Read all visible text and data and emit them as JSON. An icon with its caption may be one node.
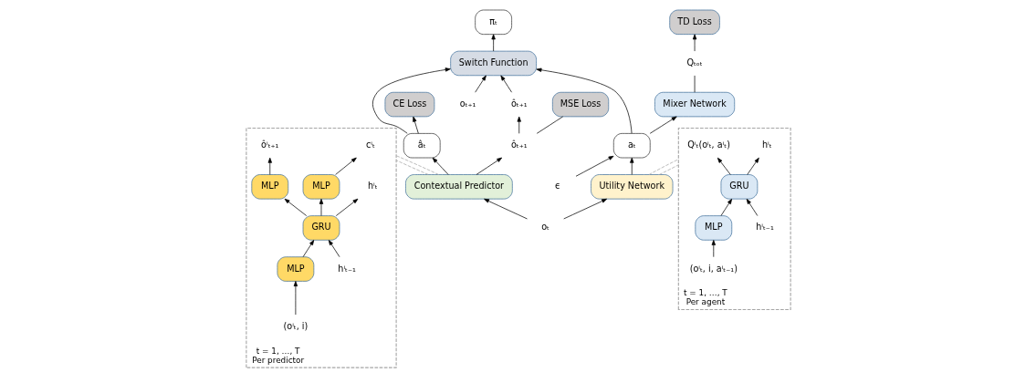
{
  "diagram": {
    "nodes": [
      {
        "text": [
          "TD Loss"
        ]
      },
      {
        "text": [
          "Qₜₒₜ"
        ]
      },
      {
        "text": [
          "Mixer Network"
        ]
      },
      {
        "text": [
          "πₜ"
        ]
      },
      {
        "text": [
          "CE Loss"
        ]
      },
      {
        "text": [
          "MSE Loss"
        ]
      },
      {
        "text": [
          "ϵ"
        ]
      },
      {
        "text": [
          "aₜ"
        ]
      },
      {
        "text": [
          "Switch Function"
        ]
      },
      {
        "text": [
          "âₜ"
        ]
      },
      {
        "text": [
          "ôₜ₊₁"
        ]
      },
      {
        "text": [
          "oₜ₊₁"
        ]
      },
      {
        "text": [
          "ôₜ₊₁"
        ]
      },
      {
        "text": [
          "Utility Network"
        ]
      },
      {
        "text": [
          "Contextual Predictor"
        ]
      },
      {
        "text": [
          "oₜ"
        ]
      },
      {
        "text": [
          "t = 1, …, T",
          "Per agent"
        ]
      },
      {
        "text": [
          "Qⁱₜ(oⁱₜ, aⁱₜ)"
        ],
        "in": 16
      },
      {
        "text": [
          "hⁱₜ₋₁"
        ],
        "in": 16
      },
      {
        "text": [
          "GRU"
        ],
        "in": 16
      },
      {
        "text": [
          "hⁱₜ"
        ],
        "in": 16
      },
      {
        "text": [
          "MLP"
        ],
        "in": 16
      },
      {
        "text": [
          "(oⁱₜ, i, aⁱₜ₋₁)"
        ],
        "in": 16
      },
      {
        "text": [
          "t = 1, …, T",
          "Per predictor"
        ]
      },
      {
        "text": [
          "cⁱₜ"
        ],
        "in": 23
      },
      {
        "text": [
          "ôⁱₜ₊₁"
        ],
        "in": 23
      },
      {
        "text": [
          "MLP"
        ],
        "in": 23
      },
      {
        "text": [
          "MLP"
        ],
        "in": 23
      },
      {
        "text": [
          "hⁱₜ₋₁"
        ],
        "in": 23
      },
      {
        "text": [
          "GRU"
        ],
        "in": 23
      },
      {
        "text": [
          "hⁱₜ"
        ],
        "in": 23
      },
      {
        "text": [
          "MLP"
        ],
        "in": 23
      },
      {
        "text": [
          "(oⁱₜ, i)"
        ],
        "in": 23
      }
    ],
    "edges": [
      {
        "from": 2,
        "to": 1,
        "arrow": "none"
      },
      {
        "from": 1,
        "to": 0,
        "arrow": "to"
      },
      {
        "from": 7,
        "to": 2,
        "arrow": "to"
      },
      {
        "from": 6,
        "to": 7,
        "arrow": "to"
      },
      {
        "from": 7,
        "to": 8,
        "arrow": "to"
      },
      {
        "from": 8,
        "to": 3,
        "arrow": "to"
      },
      {
        "from": 9,
        "to": 8,
        "arrow": "to"
      },
      {
        "from": 9,
        "to": 4,
        "arrow": "to"
      },
      {
        "from": 10,
        "to": 5,
        "arrow": "none"
      },
      {
        "from": 11,
        "to": 8,
        "arrow": "to"
      },
      {
        "from": 12,
        "to": 8,
        "arrow": "to"
      },
      {
        "from": 10,
        "to": 12,
        "arrow": "to"
      },
      {
        "from": 13,
        "to": 7,
        "arrow": "to"
      },
      {
        "from": 14,
        "to": 9,
        "arrow": "to"
      },
      {
        "from": 14,
        "to": 10,
        "arrow": "to"
      },
      {
        "from": 15,
        "to": 13,
        "arrow": "to"
      },
      {
        "from": 15,
        "to": 14,
        "arrow": "to"
      },
      {
        "from": 13,
        "to": 16,
        "arrow": "none",
        "style": "dashed",
        "color": "#a6a6a6"
      },
      {
        "from": 13,
        "to": 16,
        "arrow": "none",
        "style": "dashed",
        "color": "#a6a6a6"
      },
      {
        "from": 14,
        "to": 23,
        "arrow": "none",
        "style": "dashed",
        "color": "#a6a6a6"
      },
      {
        "from": 14,
        "to": 23,
        "arrow": "none",
        "style": "dashed",
        "color": "#a6a6a6"
      },
      {
        "from": 18,
        "to": 19,
        "arrow": "to"
      },
      {
        "from": 19,
        "to": 20,
        "arrow": "to"
      },
      {
        "from": 19,
        "to": 17,
        "arrow": "to"
      },
      {
        "from": 21,
        "to": 19,
        "arrow": "to"
      },
      {
        "from": 22,
        "to": 21,
        "arrow": "to"
      },
      {
        "from": 28,
        "to": 29,
        "arrow": "to"
      },
      {
        "from": 29,
        "to": 30,
        "arrow": "to"
      },
      {
        "from": 29,
        "to": 26,
        "arrow": "to"
      },
      {
        "from": 29,
        "to": 27,
        "arrow": "to"
      },
      {
        "from": 26,
        "to": 24,
        "arrow": "to"
      },
      {
        "from": 27,
        "to": 25,
        "arrow": "to"
      },
      {
        "from": 31,
        "to": 29,
        "arrow": "to"
      },
      {
        "from": 32,
        "to": 31,
        "arrow": "to"
      }
    ]
  }
}
